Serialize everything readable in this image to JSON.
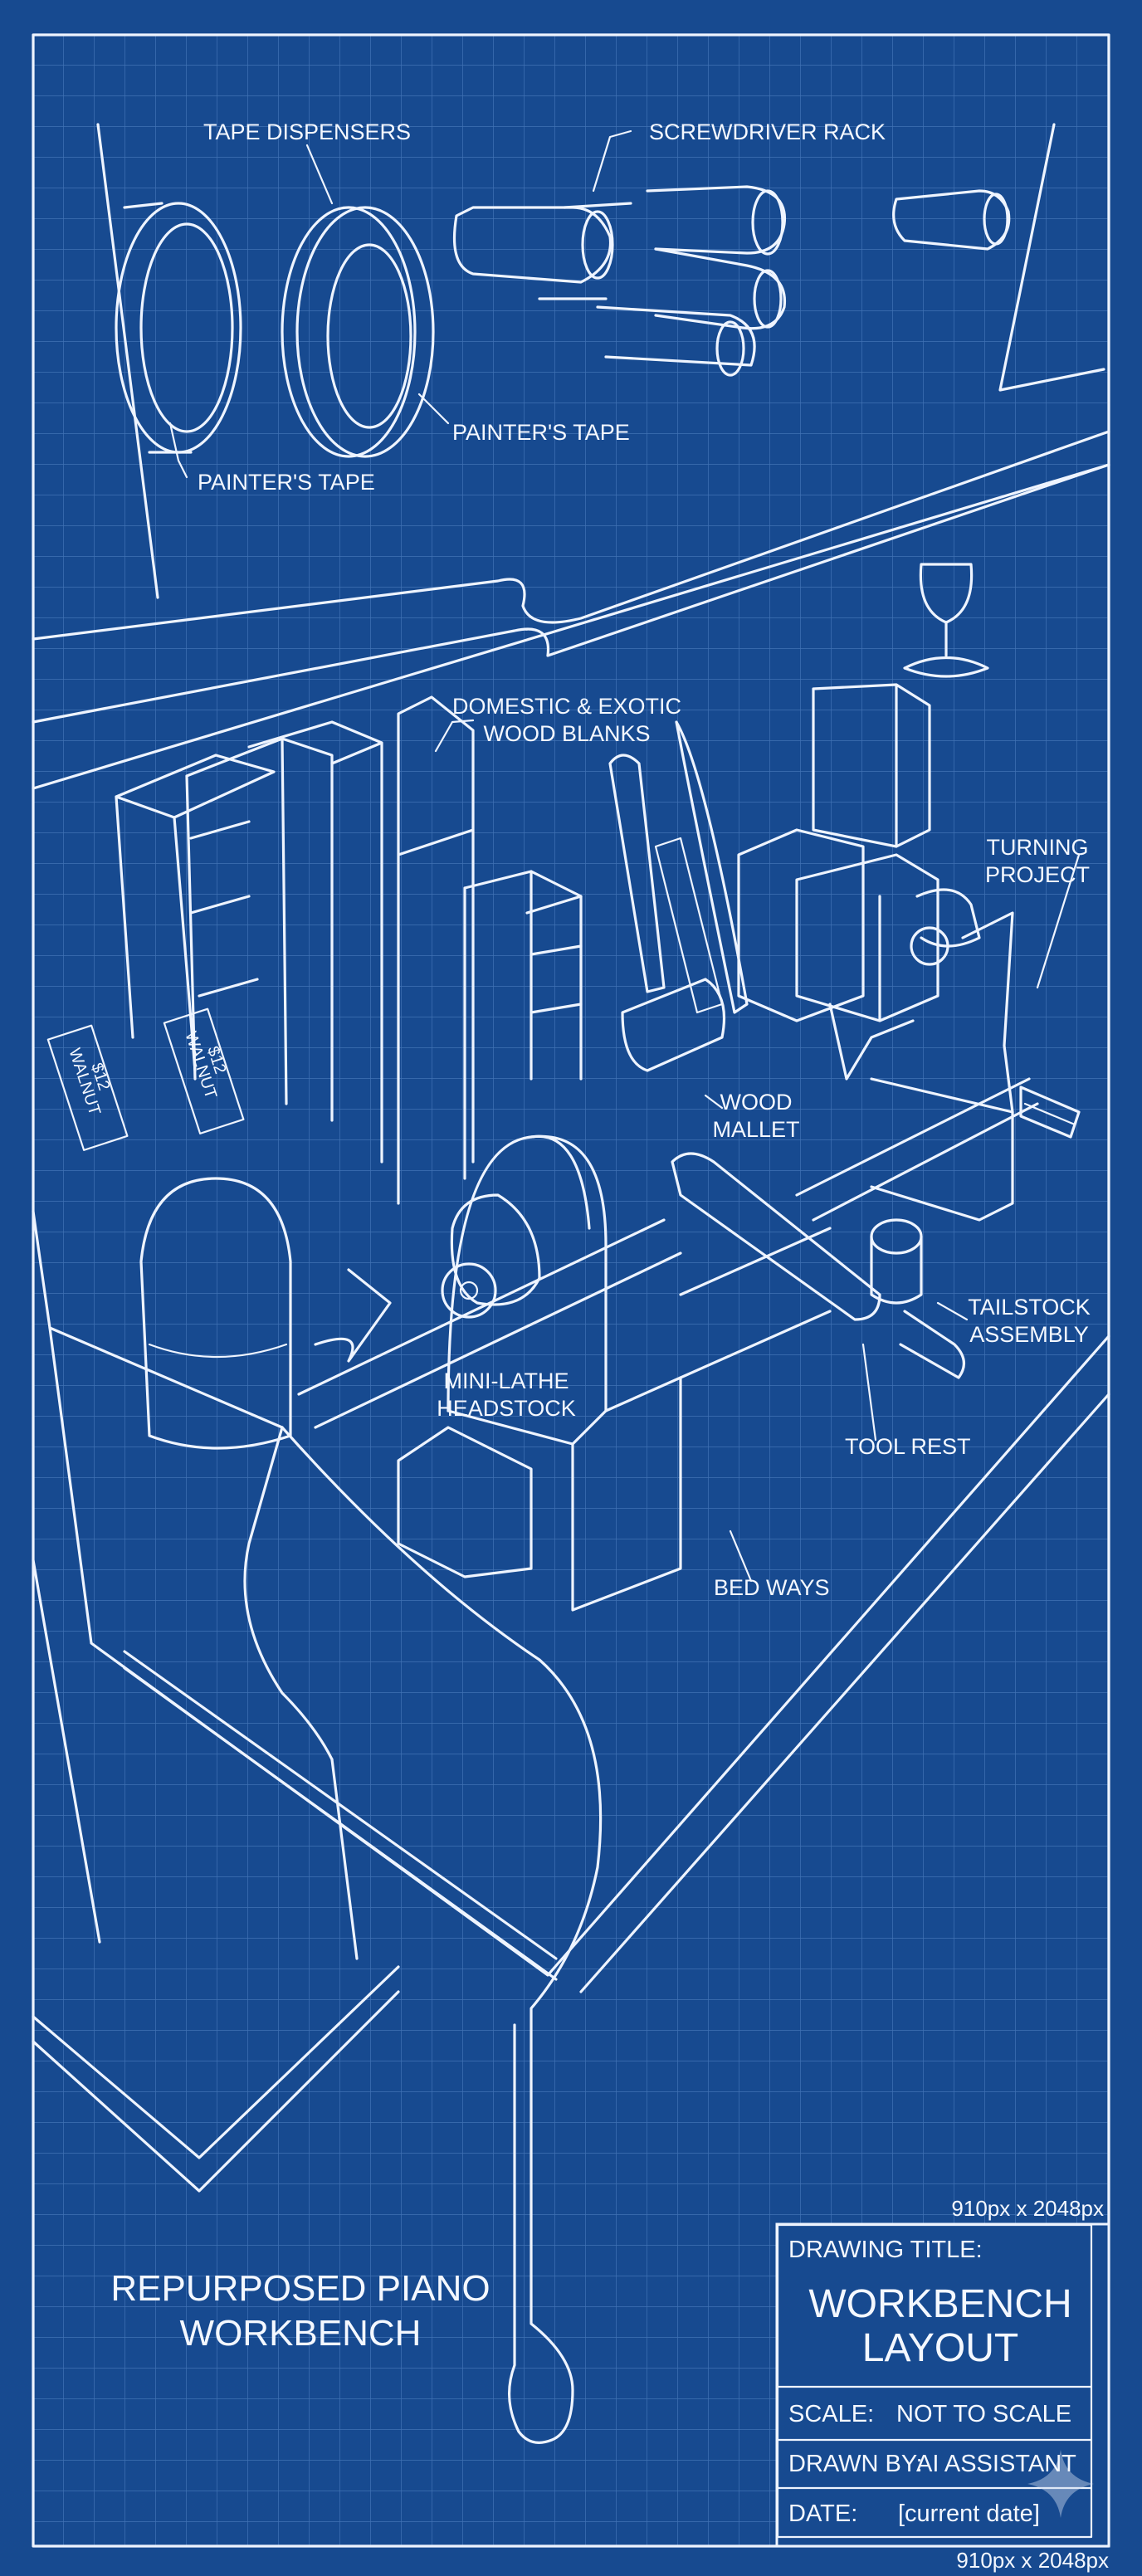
{
  "colors": {
    "background": "#174a90",
    "grid": "#4f7fc0",
    "line": "#eef4ff"
  },
  "labels": {
    "tape_dispensers": "TAPE DISPENSERS",
    "screwdriver_rack": "SCREWDRIVER RACK",
    "painters_tape_right": "PAINTER'S TAPE",
    "painters_tape_left": "PAINTER'S TAPE",
    "wood_blanks_line1": "DOMESTIC & EXOTIC",
    "wood_blanks_line2": "WOOD BLANKS",
    "turning_project_line1": "TURNING",
    "turning_project_line2": "PROJECT",
    "walnut_tag_1_line1": "WALNUT",
    "walnut_tag_1_line2": "$12",
    "walnut_tag_2_line1": "WALNUT",
    "walnut_tag_2_line2": "$12",
    "wood_mallet_line1": "WOOD",
    "wood_mallet_line2": "MALLET",
    "tailstock_line1": "TAILSTOCK",
    "tailstock_line2": "ASSEMBLY",
    "headstock_line1": "MINI-LATHE",
    "headstock_line2": "HEADSTOCK",
    "tool_rest": "TOOL REST",
    "bed_ways": "BED WAYS"
  },
  "main_title": {
    "line1": "REPURPOSED PIANO",
    "line2": "WORKBENCH"
  },
  "title_block": {
    "dimension_top": "910px x 2048px",
    "drawing_title_label": "DRAWING TITLE:",
    "drawing_title_line1": "WORKBENCH",
    "drawing_title_line2": "LAYOUT",
    "scale_label": "SCALE:",
    "scale_value": "NOT TO SCALE",
    "drawn_by_label": "DRAWN BY:",
    "drawn_by_value": "AI ASSISTANT",
    "date_label": "DATE:",
    "date_value": "[current date]",
    "dimension_bottom": "910px x 2048px"
  }
}
